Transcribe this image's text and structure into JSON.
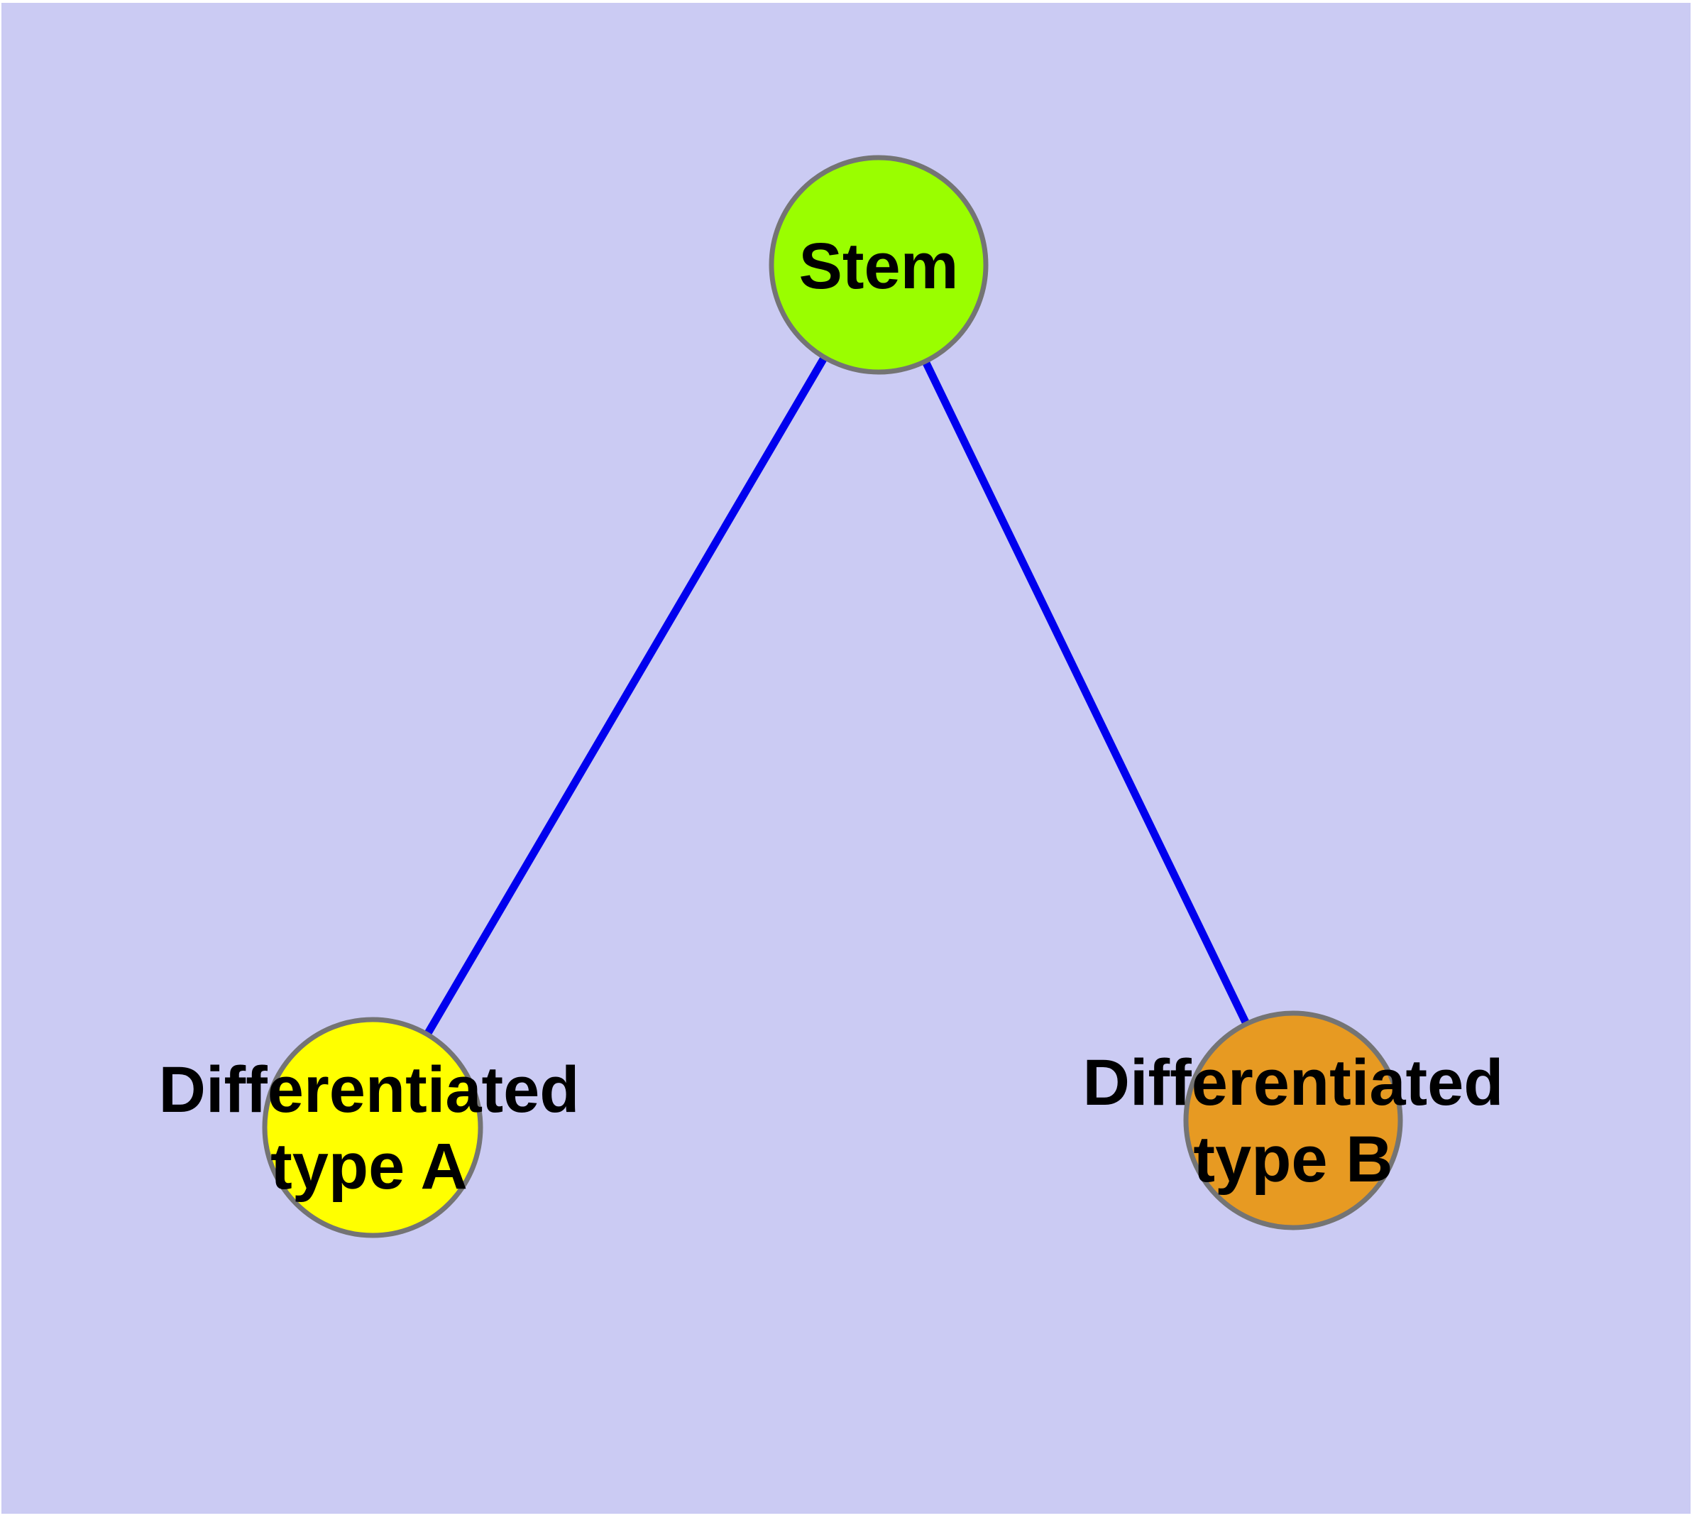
{
  "diagram": {
    "description": "Cell differentiation graph: one stem node linked to two differentiated cell type nodes",
    "background_color": "#CBCBF3",
    "frame_color": "#FFFFFF",
    "nodes": [
      {
        "id": "stem",
        "label": "Stem",
        "lines": {
          "0": "Stem"
        },
        "fill": "#9AFE00",
        "border_color": "#747474",
        "text_color": "#000000"
      },
      {
        "id": "differentiated-type-a",
        "label": "Differentiated type A",
        "lines": {
          "0": "Differentiated",
          "1": "type A"
        },
        "fill": "#FFFF00",
        "border_color": "#747474",
        "text_color": "#000000"
      },
      {
        "id": "differentiated-type-b",
        "label": "Differentiated type B",
        "lines": {
          "0": "Differentiated",
          "1": "type B"
        },
        "fill": "#E79A22",
        "border_color": "#747474",
        "text_color": "#000000"
      }
    ],
    "edges": [
      {
        "from": "stem",
        "to": "differentiated-type-a",
        "color": "#0000EE"
      },
      {
        "from": "stem",
        "to": "differentiated-type-b",
        "color": "#0000EE"
      }
    ]
  }
}
